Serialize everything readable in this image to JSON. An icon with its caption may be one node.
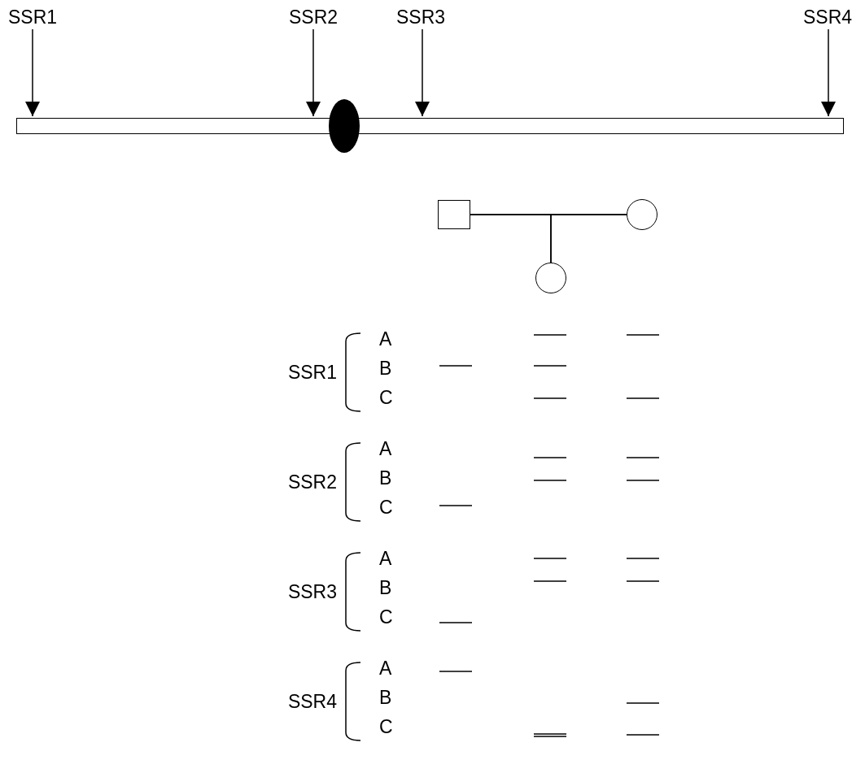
{
  "diagram": {
    "nodes": [
      {
        "text": [
          "SSR1"
        ]
      },
      {
        "text": [
          "SSR2"
        ]
      },
      {
        "text": [
          "SSR3"
        ]
      },
      {
        "text": [
          "SSR4"
        ]
      },
      {
        "text": [],
        "shape": "bar"
      },
      {
        "text": [],
        "shape": "box"
      },
      {
        "text": [],
        "shape": "circle"
      },
      {
        "text": [],
        "shape": "circle"
      }
    ],
    "edges": [
      {
        "from": 0,
        "to": 4,
        "arrow": "to"
      },
      {
        "from": 1,
        "to": 4,
        "arrow": "to"
      },
      {
        "from": 2,
        "to": 4,
        "arrow": "to"
      },
      {
        "from": 3,
        "to": 4,
        "arrow": "to"
      },
      {
        "from": 5,
        "to": 6,
        "arrow": "none"
      },
      {
        "from": 5,
        "to": 7,
        "arrow": "none"
      },
      {
        "from": 6,
        "to": 7,
        "arrow": "none"
      }
    ],
    "labels": [
      "SSR1",
      "A",
      "B",
      "C",
      "SSR2",
      "A",
      "B",
      "C",
      "SSR3",
      "A",
      "B",
      "C",
      "SSR4",
      "A",
      "B",
      "C"
    ]
  }
}
